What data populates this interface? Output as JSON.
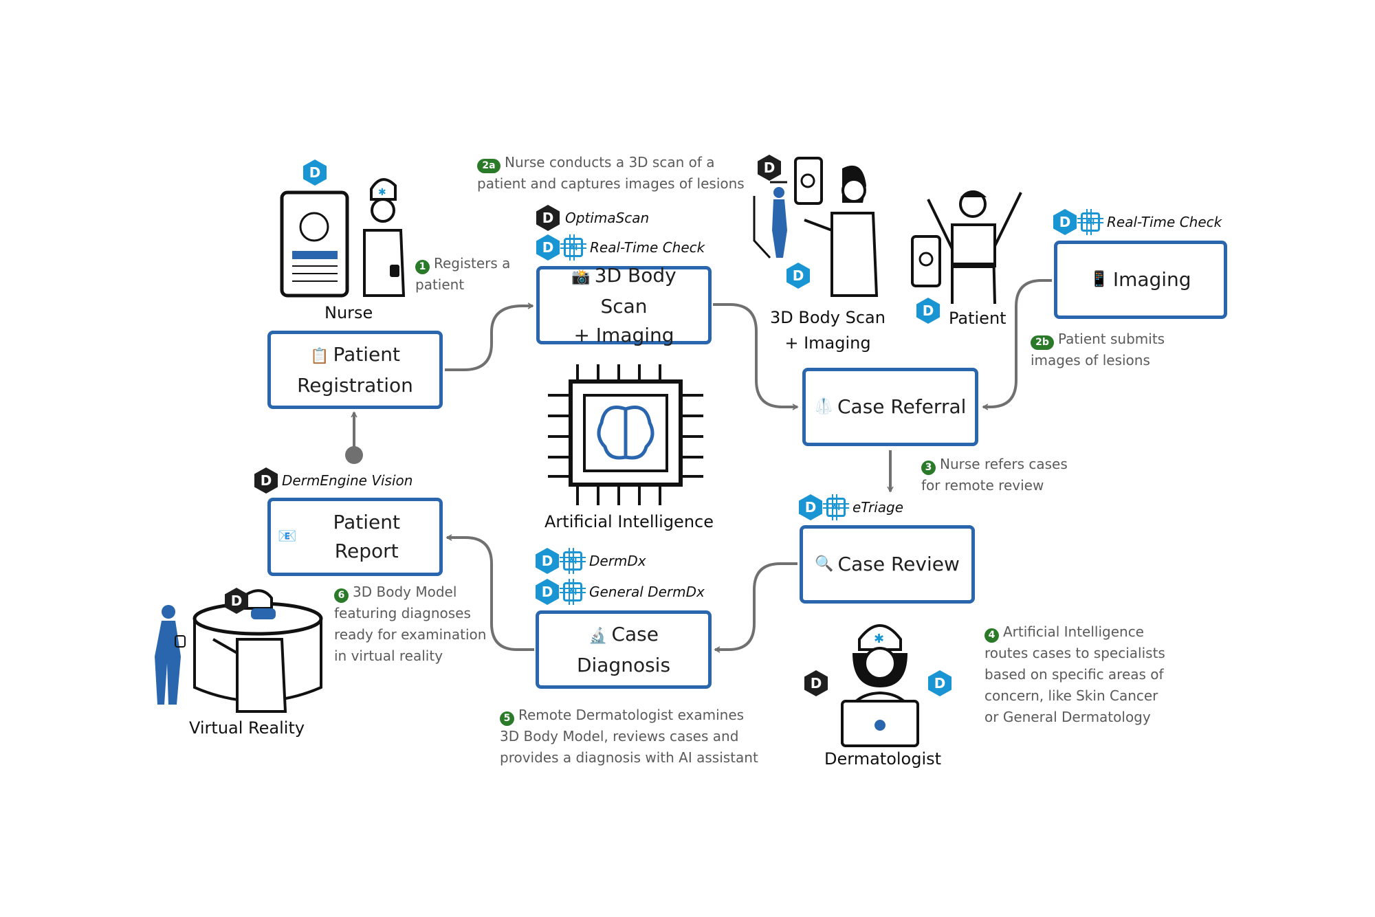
{
  "boxes": {
    "patient_registration": {
      "emoji": "📋",
      "line1": "Patient",
      "line2": "Registration"
    },
    "body_scan": {
      "emoji": "📸",
      "line1": "3D Body Scan",
      "line2": "+ Imaging"
    },
    "case_referral": {
      "emoji": "🥼",
      "label": "Case Referral"
    },
    "imaging": {
      "emoji": "📱",
      "label": "Imaging"
    },
    "case_review": {
      "emoji": "🔍",
      "label": "Case Review"
    },
    "case_diagnosis": {
      "emoji": "🔬",
      "line1": "Case",
      "line2": "Diagnosis"
    },
    "patient_report": {
      "emoji": "📧",
      "label": "Patient Report"
    }
  },
  "figures": {
    "nurse": "Nurse",
    "scan": {
      "line1": "3D Body Scan",
      "line2": "+ Imaging"
    },
    "patient": "Patient",
    "ai": "Artificial Intelligence",
    "dermatologist": "Dermatologist",
    "vr": "Virtual Reality"
  },
  "tags": {
    "optimascan": "OptimaScan",
    "realtime_scan": "Real-Time Check",
    "realtime_imaging": "Real-Time Check",
    "etriage": "eTriage",
    "dermdx": "DermDx",
    "general_dermdx": "General DermDx",
    "dermengine_vision": "DermEngine Vision"
  },
  "badges": {
    "d": "D",
    "ai": "AI"
  },
  "steps": {
    "s1": {
      "num": "1",
      "line1": "Registers a",
      "line2": "patient"
    },
    "s2a": {
      "num": "2a",
      "line1": "Nurse conducts a 3D scan of a",
      "line2": "patient and captures images of lesions"
    },
    "s2b": {
      "num": "2b",
      "line1": "Patient submits",
      "line2": "images of lesions"
    },
    "s3": {
      "num": "3",
      "line1": "Nurse refers cases",
      "line2": "for remote review"
    },
    "s4": {
      "num": "4",
      "line1": "Artificial Intelligence",
      "line2": "routes cases to specialists",
      "line3": "based on specific areas of",
      "line4": "concern, like Skin Cancer",
      "line5": "or General Dermatology"
    },
    "s5": {
      "num": "5",
      "line1": "Remote Dermatologist examines",
      "line2": "3D Body Model, reviews cases and",
      "line3": "provides a diagnosis with AI assistant"
    },
    "s6": {
      "num": "6",
      "line1": "3D Body Model",
      "line2": "featuring diagnoses",
      "line3": "ready for examination",
      "line4": "in virtual reality"
    }
  },
  "colors": {
    "box_border": "#2a66ae",
    "brand_blue": "#1a95d4",
    "step_green": "#2a7a2a",
    "arrow_gray": "#707070"
  }
}
